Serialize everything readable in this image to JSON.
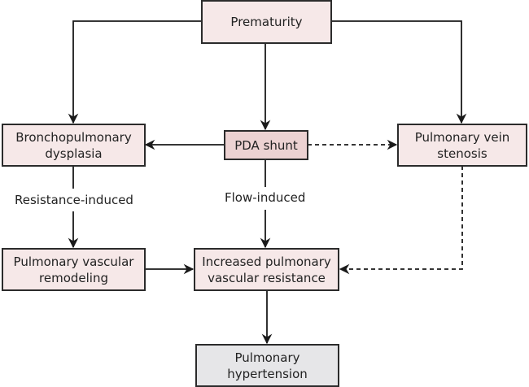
{
  "nodes": {
    "prematurity": "Prematurity",
    "bpd": "Bronchopulmonary dysplasia",
    "pda": "PDA shunt",
    "pvs": "Pulmonary vein stenosis",
    "remodeling": "Pulmonary vascular remodeling",
    "pvr": "Increased pulmonary vascular resistance",
    "ph": "Pulmonary hypertension"
  },
  "edge_labels": {
    "resistance": "Resistance-induced",
    "flow": "Flow-induced"
  },
  "edges": [
    {
      "from": "prematurity",
      "to": "bpd",
      "style": "solid"
    },
    {
      "from": "prematurity",
      "to": "pda",
      "style": "solid"
    },
    {
      "from": "prematurity",
      "to": "pvs",
      "style": "solid"
    },
    {
      "from": "pda",
      "to": "bpd",
      "style": "solid"
    },
    {
      "from": "pda",
      "to": "pvs",
      "style": "dashed"
    },
    {
      "from": "bpd",
      "to": "remodeling",
      "style": "solid",
      "label": "Resistance-induced"
    },
    {
      "from": "pda",
      "to": "pvr",
      "style": "solid",
      "label": "Flow-induced"
    },
    {
      "from": "pvs",
      "to": "pvr",
      "style": "dashed"
    },
    {
      "from": "remodeling",
      "to": "pvr",
      "style": "solid"
    },
    {
      "from": "pvr",
      "to": "ph",
      "style": "solid"
    }
  ],
  "colors": {
    "node_fill": "#f6e8e8",
    "pda_fill": "#ecd2d2",
    "outcome_fill": "#e6e6e8",
    "stroke": "#2b2b2b"
  }
}
